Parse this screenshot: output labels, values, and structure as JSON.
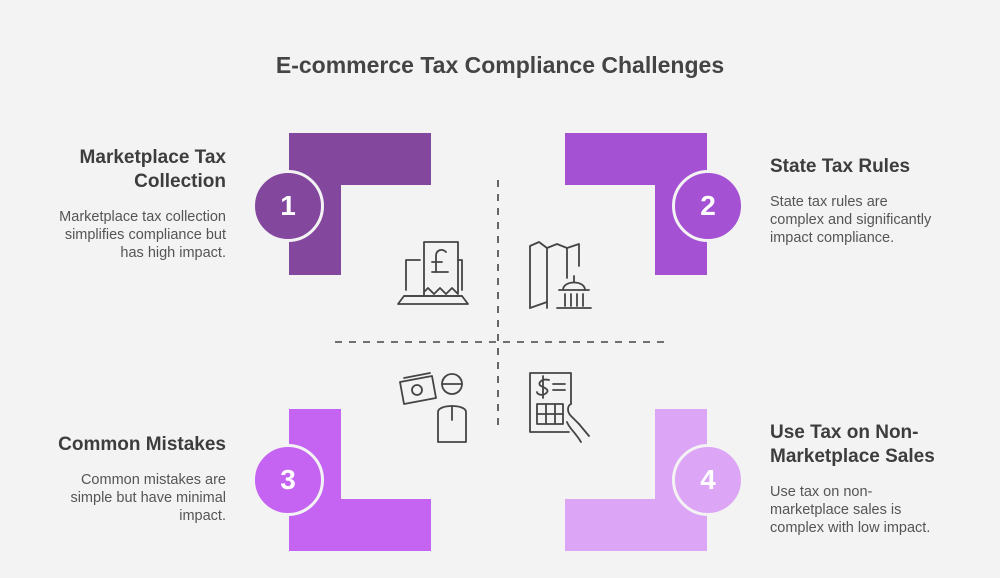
{
  "title": "E-commerce Tax Compliance Challenges",
  "quadrants": [
    {
      "number": "1",
      "heading_lines": [
        "Marketplace Tax",
        "Collection"
      ],
      "desc_lines": [
        "Marketplace tax collection",
        "simplifies compliance but",
        "has high impact."
      ],
      "color": "#84479e",
      "icon": "laptop-receipt-pound-icon"
    },
    {
      "number": "2",
      "heading_lines": [
        "State Tax Rules"
      ],
      "desc_lines": [
        "State tax rules are",
        "complex and significantly",
        "impact compliance."
      ],
      "color": "#a451d4",
      "icon": "state-map-building-icon"
    },
    {
      "number": "3",
      "heading_lines": [
        "Common Mistakes"
      ],
      "desc_lines": [
        "Common mistakes are",
        "simple but have minimal",
        "impact."
      ],
      "color": "#c563f3",
      "icon": "person-money-icon"
    },
    {
      "number": "4",
      "heading_lines": [
        "Use Tax on Non-",
        "Marketplace Sales"
      ],
      "desc_lines": [
        "Use tax on non-",
        "marketplace sales is",
        "complex with low impact."
      ],
      "color": "#dca5f5",
      "icon": "tax-document-hand-icon"
    }
  ]
}
